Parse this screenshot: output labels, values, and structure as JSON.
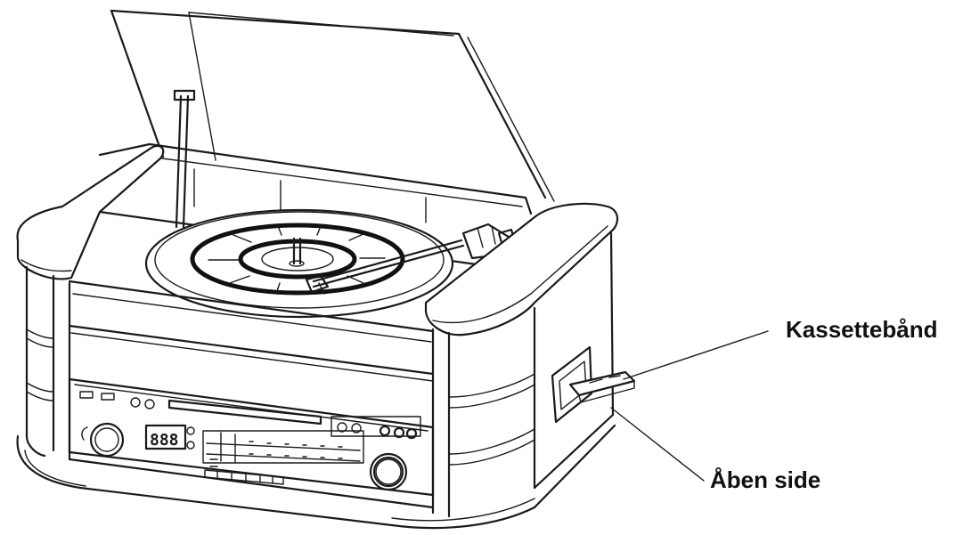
{
  "labels": {
    "cassette": "Kassettebånd",
    "open_side": "Åben side"
  },
  "display": {
    "digits": "888"
  },
  "colors": {
    "ink": "#1a1a1a",
    "background": "#ffffff"
  }
}
